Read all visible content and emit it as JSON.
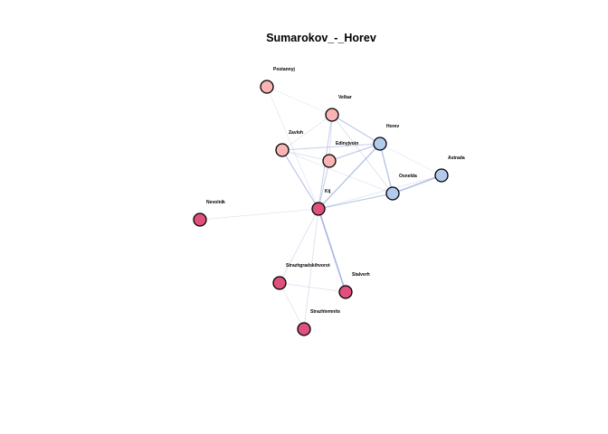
{
  "title": "Sumarokov_-_Horev",
  "colors": {
    "pink": "#FBB4B4",
    "magenta": "#E0507D",
    "blue": "#B2CAEC",
    "edge": "#8FA3D6",
    "node_stroke": "#000000"
  },
  "nodes": [
    {
      "id": "postannyj",
      "label": "Postannyj",
      "color": "pink"
    },
    {
      "id": "velkar",
      "label": "Velkar",
      "color": "pink"
    },
    {
      "id": "zavloh",
      "label": "Zavloh",
      "color": "pink"
    },
    {
      "id": "edinyjvoin",
      "label": "Edinyjvoin",
      "color": "pink"
    },
    {
      "id": "horev",
      "label": "Horev",
      "color": "blue"
    },
    {
      "id": "astrada",
      "label": "Astrada",
      "color": "blue"
    },
    {
      "id": "osnelda",
      "label": "Osnelda",
      "color": "blue"
    },
    {
      "id": "kij",
      "label": "Kij",
      "color": "magenta"
    },
    {
      "id": "nevolnik",
      "label": "Nevolnik",
      "color": "magenta"
    },
    {
      "id": "strazhgradskihvorot",
      "label": "Strazhgradskihvorot",
      "color": "magenta"
    },
    {
      "id": "stalverh",
      "label": "Stalverh",
      "color": "magenta"
    },
    {
      "id": "strazhtemnits",
      "label": "Strazhtemnits",
      "color": "magenta"
    }
  ],
  "edges": [
    {
      "source": "postannyj",
      "target": "velkar",
      "weight": 0.2
    },
    {
      "source": "postannyj",
      "target": "kij",
      "weight": 0.2
    },
    {
      "source": "velkar",
      "target": "zavloh",
      "weight": 0.25
    },
    {
      "source": "velkar",
      "target": "edinyjvoin",
      "weight": 0.3
    },
    {
      "source": "velkar",
      "target": "horev",
      "weight": 0.6
    },
    {
      "source": "velkar",
      "target": "kij",
      "weight": 0.5
    },
    {
      "source": "velkar",
      "target": "osnelda",
      "weight": 0.3
    },
    {
      "source": "zavloh",
      "target": "edinyjvoin",
      "weight": 0.3
    },
    {
      "source": "zavloh",
      "target": "horev",
      "weight": 0.5
    },
    {
      "source": "zavloh",
      "target": "kij",
      "weight": 0.6
    },
    {
      "source": "zavloh",
      "target": "osnelda",
      "weight": 0.2
    },
    {
      "source": "edinyjvoin",
      "target": "horev",
      "weight": 0.6
    },
    {
      "source": "edinyjvoin",
      "target": "kij",
      "weight": 0.5
    },
    {
      "source": "horev",
      "target": "kij",
      "weight": 0.7
    },
    {
      "source": "horev",
      "target": "osnelda",
      "weight": 0.7
    },
    {
      "source": "horev",
      "target": "astrada",
      "weight": 0.2
    },
    {
      "source": "astrada",
      "target": "osnelda",
      "weight": 0.8
    },
    {
      "source": "astrada",
      "target": "kij",
      "weight": 0.25
    },
    {
      "source": "osnelda",
      "target": "kij",
      "weight": 0.6
    },
    {
      "source": "nevolnik",
      "target": "kij",
      "weight": 0.2
    },
    {
      "source": "kij",
      "target": "strazhgradskihvorot",
      "weight": 0.3
    },
    {
      "source": "kij",
      "target": "stalverh",
      "weight": 0.9
    },
    {
      "source": "kij",
      "target": "strazhtemnits",
      "weight": 0.3
    },
    {
      "source": "strazhgradskihvorot",
      "target": "stalverh",
      "weight": 0.25
    },
    {
      "source": "strazhgradskihvorot",
      "target": "strazhtemnits",
      "weight": 0.25
    }
  ]
}
